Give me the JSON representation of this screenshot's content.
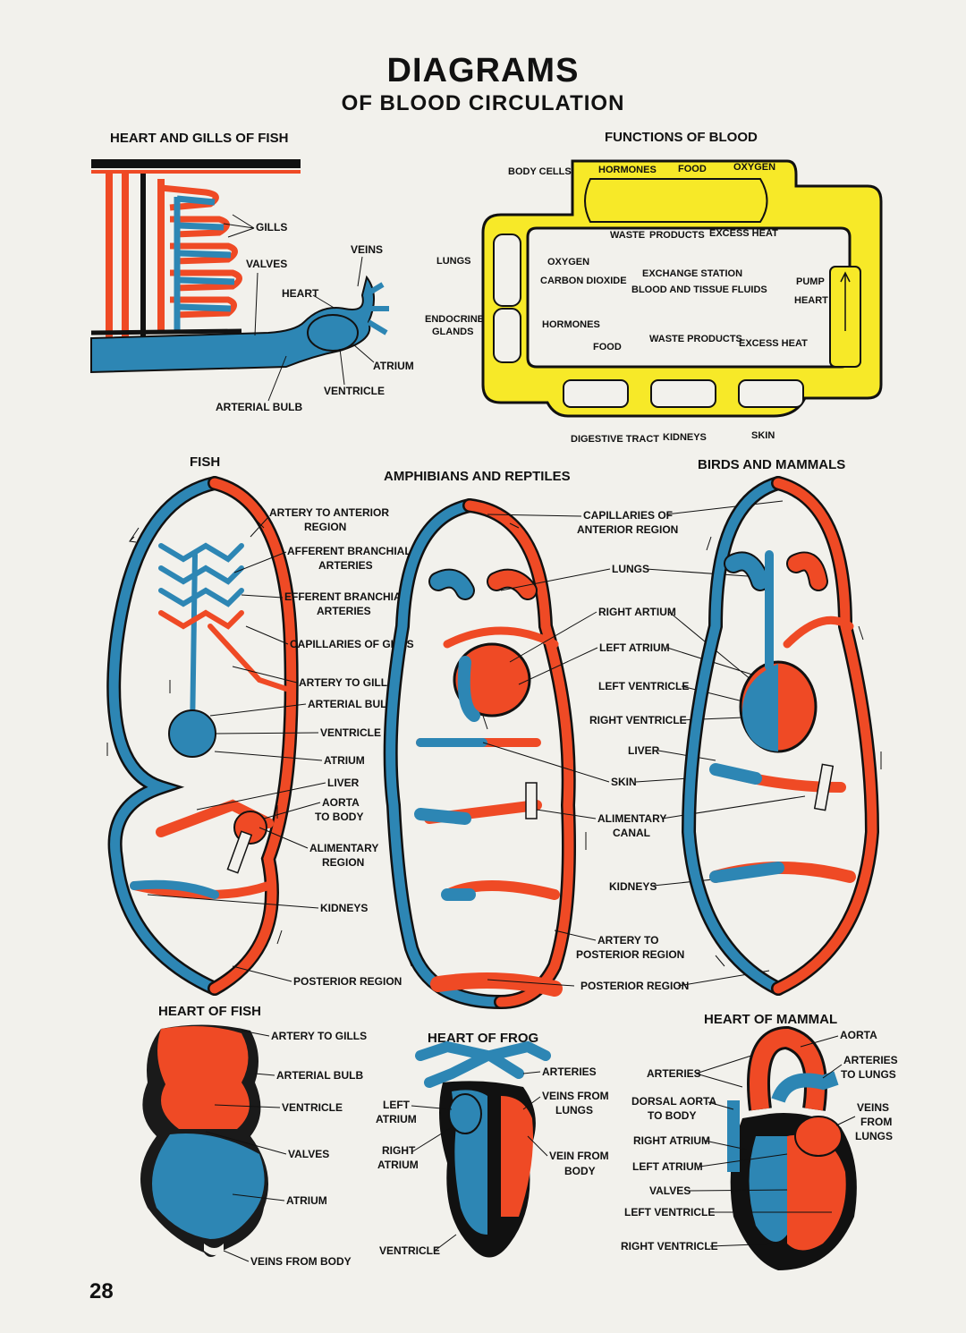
{
  "title": "DIAGRAMS",
  "subtitle": "OF BLOOD CIRCULATION",
  "page_number": "28",
  "colors": {
    "oxygenated": "#ef4a25",
    "deoxygenated": "#2d86b4",
    "blood_box": "#f7e928",
    "outline": "#111111",
    "paper": "#f2f1ec"
  },
  "sections": {
    "fish_gills": {
      "heading": "HEART AND GILLS OF FISH",
      "labels": [
        "GILLS",
        "VALVES",
        "VEINS",
        "HEART",
        "ATRIUM",
        "VENTRICLE",
        "ARTERIAL BULB"
      ]
    },
    "functions": {
      "heading": "FUNCTIONS OF BLOOD",
      "labels": [
        "BODY CELLS",
        "HORMONES",
        "FOOD",
        "OXYGEN",
        "WASTE",
        "PRODUCTS",
        "EXCESS HEAT",
        "LUNGS",
        "OXYGEN",
        "CARBON DIOXIDE",
        "EXCHANGE STATION",
        "BLOOD AND TISSUE FLUIDS",
        "PUMP",
        "HEART",
        "ENDOCRINE",
        "GLANDS",
        "HORMONES",
        "FOOD",
        "WASTE PRODUCTS",
        "EXCESS HEAT",
        "DIGESTIVE TRACT",
        "KIDNEYS",
        "SKIN"
      ]
    },
    "fish": {
      "heading": "FISH"
    },
    "amphibians": {
      "heading": "AMPHIBIANS AND REPTILES"
    },
    "birds": {
      "heading": "BIRDS AND MAMMALS"
    },
    "fish_labels": [
      "ARTERY TO ANTERIOR",
      "REGION",
      "AFFERENT BRANCHIAL",
      "ARTERIES",
      "EFFERENT BRANCHIAL.",
      "ARTERIES",
      "CAPILLARIES OF GILLS",
      "ARTERY TO GILLS",
      "ARTERIAL BULB",
      "VENTRICLE",
      "ATRIUM",
      "LIVER",
      "AORTA",
      "TO BODY",
      "ALIMENTARY",
      "REGION",
      "KIDNEYS",
      "POSTERIOR REGION"
    ],
    "amph_labels": [
      "CAPILLARIES OF",
      "ANTERIOR REGION",
      "LUNGS",
      "RIGHT ARTIUM",
      "LEFT ATRIUM",
      "LEFT VENTRICLE",
      "RIGHT VENTRICLE",
      "LIVER",
      "SKIN",
      "ALIMENTARY",
      "CANAL",
      "KIDNEYS",
      "ARTERY TO",
      "POSTERIOR REGION",
      "POSTERIOR REGION"
    ],
    "heart_fish": {
      "heading": "HEART OF FISH",
      "labels": [
        "ARTERY TO GILLS",
        "ARTERIAL BULB",
        "VENTRICLE",
        "VALVES",
        "ATRIUM",
        "VEINS FROM BODY"
      ]
    },
    "heart_frog": {
      "heading": "HEART OF FROG",
      "labels": [
        "ARTERIES",
        "VEINS FROM",
        "LUNGS",
        "LEFT",
        "ATRIUM",
        "RIGHT",
        "ATRIUM",
        "VEIN FROM",
        "BODY",
        "VENTRICLE"
      ]
    },
    "heart_mammal": {
      "heading": "HEART OF MAMMAL",
      "labels": [
        "AORTA",
        "ARTERIES",
        "ARTERIES",
        "TO LUNGS",
        "DORSAL AORTA",
        "TO BODY",
        "VEINS",
        "FROM",
        "LUNGS",
        "RIGHT ATRIUM",
        "LEFT ATRIUM",
        "VALVES",
        "LEFT VENTRICLE",
        "RIGHT VENTRICLE"
      ]
    }
  }
}
